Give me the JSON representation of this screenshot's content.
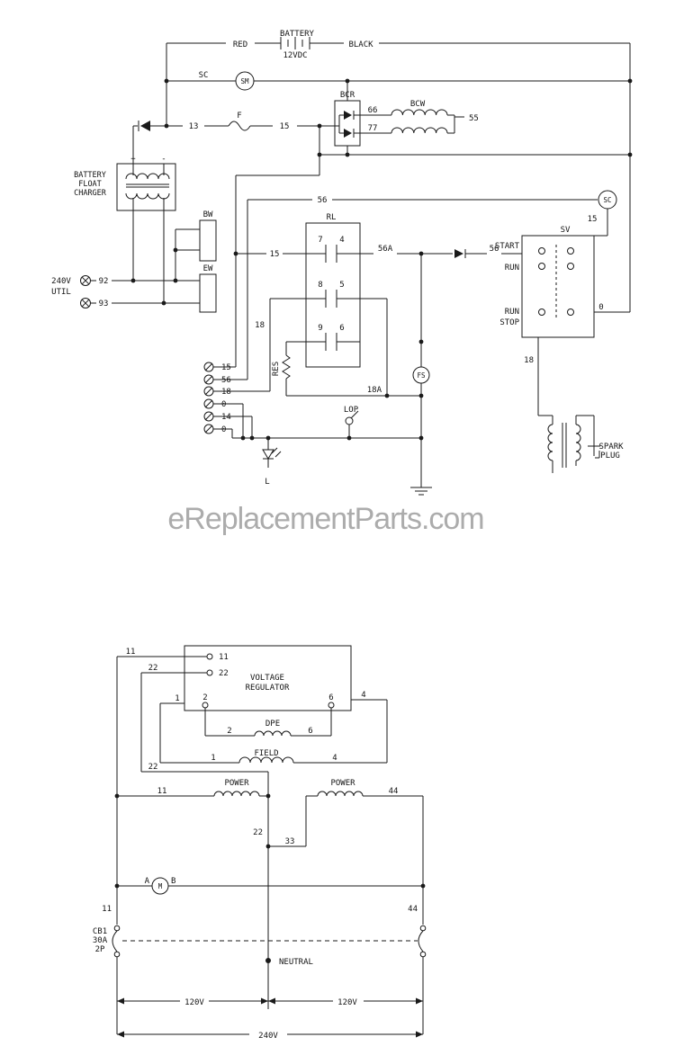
{
  "watermark": "eReplacementParts.com",
  "top": {
    "battery": {
      "title": "BATTERY",
      "voltage": "12VDC",
      "red": "RED",
      "black": "BLACK"
    },
    "starter": {
      "sc": "SC",
      "sm": "SM"
    },
    "charge": {
      "n13": "13",
      "fuse": "F",
      "n15": "15"
    },
    "bcr": {
      "label": "BCR",
      "t66": "66",
      "t77": "77",
      "bcw": "BCW",
      "t55": "55"
    },
    "charger": {
      "l1": "BATTERY",
      "l2": "FLOAT",
      "l3": "CHARGER",
      "plus": "+",
      "minus": "-"
    },
    "bw": "BW",
    "ew": "EW",
    "util": {
      "l1": "240V",
      "l2": "UTIL",
      "t92": "92",
      "t93": "93"
    },
    "n56": "56",
    "sc2": {
      "label": "SC",
      "n15": "15"
    },
    "rl": {
      "label": "RL",
      "c7": "7",
      "c4": "4",
      "c8": "8",
      "c5": "5",
      "c9": "9",
      "c6": "6",
      "n15": "15",
      "n56a": "56A",
      "n18": "18",
      "res": "RES"
    },
    "sv": {
      "label": "SV",
      "start": "START",
      "run": "RUN",
      "run2": "RUN",
      "stop": "STOP",
      "n56": "56",
      "n0": "0",
      "n18": "18"
    },
    "terminals": [
      "15",
      "56",
      "18",
      "0",
      "14",
      "0"
    ],
    "n18a": "18A",
    "fs": "FS",
    "lop": "LOP",
    "lamp": "L",
    "spark": {
      "l1": "SPARK",
      "l2": "PLUG"
    }
  },
  "bottom": {
    "vr": {
      "w11": "11",
      "w22": "22",
      "t11": "11",
      "t22": "22",
      "l1": "VOLTAGE",
      "l2": "REGULATOR",
      "t2": "2",
      "t6": "6",
      "t1": "1",
      "t4": "4"
    },
    "dpe": {
      "label": "DPE",
      "t2": "2",
      "t6": "6"
    },
    "field": {
      "label": "FIELD",
      "t1": "1",
      "t4": "4",
      "w22": "22"
    },
    "power1": {
      "label": "POWER",
      "t11": "11"
    },
    "power2": {
      "label": "POWER",
      "t44": "44"
    },
    "n22": "22",
    "n33": "33",
    "meter": {
      "a": "A",
      "m": "M",
      "b": "B"
    },
    "cb": {
      "t11": "11",
      "t44": "44",
      "l1": "CB1",
      "l2": "30A",
      "l3": "2P"
    },
    "neutral": "NEUTRAL",
    "dim": {
      "v120a": "120V",
      "v120b": "120V",
      "v240": "240V"
    }
  }
}
